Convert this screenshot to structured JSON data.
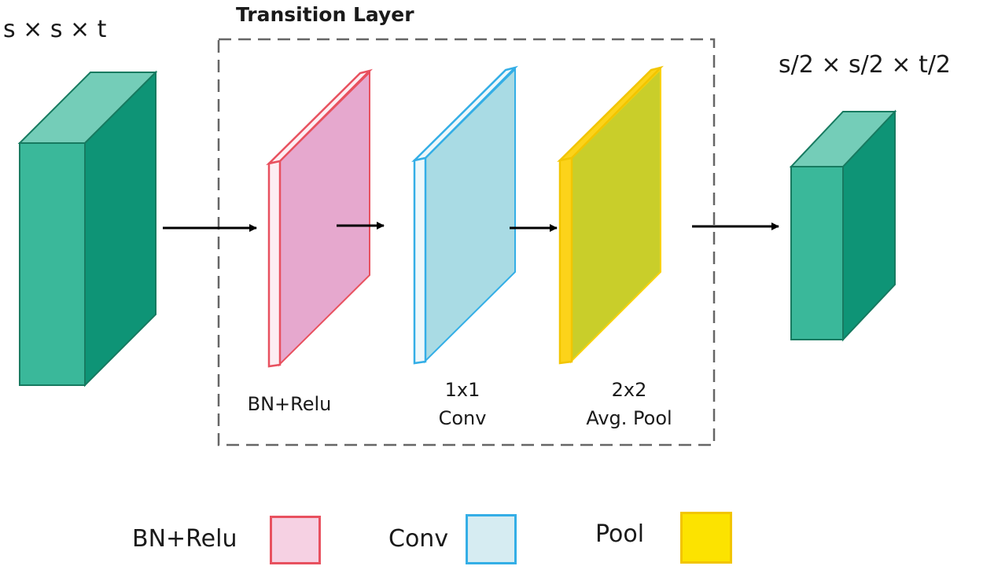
{
  "input_label": "s × s × t",
  "output_label": "s/2 × s/2 × t/2",
  "transition_title": "Transition Layer",
  "stages": [
    {
      "line1": "BN+Relu",
      "line2": ""
    },
    {
      "line1": "1x1",
      "line2": "Conv"
    },
    {
      "line1": "2x2",
      "line2": "Avg. Pool"
    }
  ],
  "legend": [
    {
      "label": "BN+Relu",
      "fill": "#f6d1e3",
      "border": "#e8515f"
    },
    {
      "label": "Conv",
      "fill": "#d6ecf2",
      "border": "#34aee6"
    },
    {
      "label": "Pool",
      "fill": "#fce300",
      "border": "#f2c500"
    }
  ],
  "colors": {
    "block_front": "#3ab89a",
    "block_top": "#74cdb8",
    "block_side": "#0e9476",
    "block_outline": "#177a60",
    "bn_fill": "#e6a8ce",
    "bn_border": "#e8515f",
    "conv_fill": "#a9dbe4",
    "conv_border": "#34aee6",
    "pool_fill": "#c9ce2a",
    "pool_border": "#f9d20c",
    "dash": "#666666",
    "arrow": "#000000"
  }
}
